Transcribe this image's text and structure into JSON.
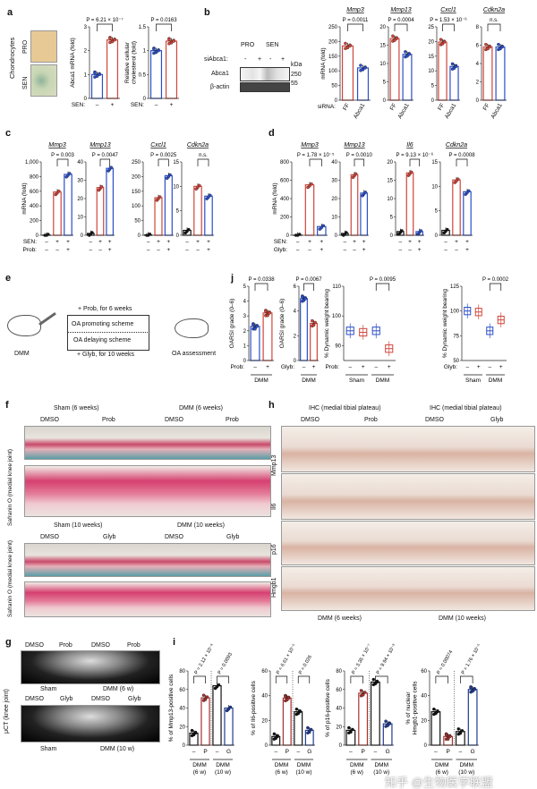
{
  "panels": {
    "a": "a",
    "b": "b",
    "c": "c",
    "d": "d",
    "e": "e",
    "f": "f",
    "g": "g",
    "h": "h",
    "i": "i",
    "j": "j"
  },
  "a_images": {
    "side": "Chondrocytes",
    "pro": "PRO",
    "sen": "SEN"
  },
  "blot": {
    "pro": "PRO",
    "sen": "SEN",
    "si_label": "siAbca1:",
    "si_vals": [
      "-",
      "+",
      "-",
      "+"
    ],
    "kda": "kDa",
    "abca1": "Abca1",
    "actin": "β-actin",
    "m250": "250",
    "m55": "55"
  },
  "scheme": {
    "prob": "+ Prob, for 6 weeks",
    "promoting": "OA promoting scheme",
    "delaying": "OA delaying scheme",
    "glyb": "+ Glyb, for 10 weeks",
    "dmm": "DMM",
    "assess": "OA assessment"
  },
  "f": {
    "side_top": "Safranin O (medial knee joint)",
    "side_bottom": "Safranin O (medial knee joint)",
    "top_groups": [
      "Sham (6 weeks)",
      "DMM (6 weeks)"
    ],
    "top_cols": [
      "DMSO",
      "Prob",
      "DMSO",
      "Prob"
    ],
    "bottom_groups": [
      "Sham (10 weeks)",
      "DMM (10 weeks)"
    ],
    "bottom_cols": [
      "DMSO",
      "Glyb",
      "DMSO",
      "Glyb"
    ]
  },
  "h": {
    "headers": [
      "IHC (medial tibial plateau)",
      "IHC (medial tibial plateau)"
    ],
    "cols": [
      "DMSO",
      "Prob",
      "DMSO",
      "Glyb"
    ],
    "rows": [
      "Mmp13",
      "Il6",
      "p16",
      "Hmgb1"
    ],
    "footers": [
      "DMM (6 weeks)",
      "DMM (10 weeks)"
    ]
  },
  "g": {
    "side": "μCT (knee joint)",
    "top_cols": [
      "DMSO",
      "Prob",
      "DMSO",
      "Prob"
    ],
    "top_groups": [
      "Sham",
      "DMM (6 w)"
    ],
    "bottom_cols": [
      "DMSO",
      "Glyb",
      "DMSO",
      "Glyb"
    ],
    "bottom_groups": [
      "Sham",
      "DMM (10 w)"
    ]
  },
  "watermark": "知乎 @生物医学联盟",
  "colors": {
    "control": "#111111",
    "sen": "#d0453a",
    "treat": "#2b4fc9",
    "prob": "#a8322f",
    "glyb": "#1f3b94"
  },
  "chart_data": [
    {
      "id": "a1",
      "type": "bar",
      "ylabel": "Abca1 mRNA (fold)",
      "ylim": [
        0,
        3
      ],
      "ticks": [
        0,
        1,
        2,
        3
      ],
      "values": [
        1.0,
        2.45
      ],
      "colors": [
        "treat",
        "sen"
      ],
      "n": [
        7,
        7
      ],
      "p": "P = 6.21 × 10⁻⁷",
      "xrows": [
        {
          "label": "SEN:",
          "vals": [
            "–",
            "+"
          ]
        }
      ]
    },
    {
      "id": "a2",
      "type": "bar",
      "ylabel": "Relative cellular cholesterol (fold)",
      "ylim": [
        0,
        1.5
      ],
      "ticks": [
        0,
        0.5,
        1.0,
        1.5
      ],
      "values": [
        1.0,
        1.2
      ],
      "colors": [
        "treat",
        "sen"
      ],
      "n": [
        7,
        7
      ],
      "p": "P = 0.0163",
      "xrows": [
        {
          "label": "SEN:",
          "vals": [
            "–",
            "+"
          ]
        }
      ]
    },
    {
      "id": "b1",
      "type": "bar",
      "title": "Mmp3",
      "ylabel": "mRNA (fold)",
      "ylim": [
        0,
        250
      ],
      "ticks": [
        0,
        50,
        100,
        150,
        200,
        250
      ],
      "values": [
        185,
        110
      ],
      "colors": [
        "sen",
        "treat"
      ],
      "n": [
        6,
        6
      ],
      "p": "P = 0.0011",
      "xrows": [
        {
          "label": "siRNA:",
          "vals": [
            "FF",
            "Abca1"
          ]
        }
      ]
    },
    {
      "id": "b2",
      "type": "bar",
      "title": "Mmp13",
      "ylim": [
        0,
        20
      ],
      "ticks": [
        0,
        5,
        10,
        15,
        20
      ],
      "values": [
        16.8,
        12.5
      ],
      "colors": [
        "sen",
        "treat"
      ],
      "n": [
        6,
        6
      ],
      "p": "P = 0.0004",
      "xrows": [
        {
          "label": "",
          "vals": [
            "FF",
            "Abca1"
          ]
        }
      ]
    },
    {
      "id": "b3",
      "type": "bar",
      "title": "Cxcl1",
      "ylim": [
        0,
        25
      ],
      "ticks": [
        0,
        5,
        10,
        15,
        20,
        25
      ],
      "values": [
        19.8,
        11.5
      ],
      "colors": [
        "sen",
        "treat"
      ],
      "n": [
        6,
        6
      ],
      "p": "P = 1.53 × 10⁻⁶",
      "xrows": [
        {
          "label": "",
          "vals": [
            "FF",
            "Abca1"
          ]
        }
      ]
    },
    {
      "id": "b4",
      "type": "bar",
      "title": "Cdkn2a",
      "ylim": [
        0,
        8
      ],
      "ticks": [
        0,
        2,
        4,
        6,
        8
      ],
      "values": [
        5.8,
        5.8
      ],
      "colors": [
        "sen",
        "treat"
      ],
      "n": [
        6,
        6
      ],
      "p": "n.s.",
      "xrows": [
        {
          "label": "",
          "vals": [
            "FF",
            "Abca1"
          ]
        }
      ]
    },
    {
      "id": "c1",
      "type": "bar",
      "title": "Mmp3",
      "ylabel": "mRNA (fold)",
      "ylim": [
        0,
        1000
      ],
      "ticks": [
        0,
        200,
        400,
        600,
        800,
        "1,000"
      ],
      "values": [
        1,
        590,
        830
      ],
      "colors": [
        "control",
        "sen",
        "treat"
      ],
      "n": [
        3,
        3,
        3
      ],
      "p": "P = 0.003",
      "xrows": [
        {
          "label": "SEN:",
          "vals": [
            "–",
            "+",
            "+"
          ]
        },
        {
          "label": "Prob:",
          "vals": [
            "–",
            "–",
            "+"
          ]
        }
      ]
    },
    {
      "id": "c2",
      "type": "bar",
      "title": "Mmp13",
      "ylim": [
        0,
        40
      ],
      "ticks": [
        0,
        10,
        20,
        30,
        40
      ],
      "values": [
        1,
        26,
        36.5
      ],
      "colors": [
        "control",
        "sen",
        "treat"
      ],
      "n": [
        3,
        3,
        3
      ],
      "p": "P = 0.0047",
      "xrows": [
        {
          "label": "",
          "vals": [
            "–",
            "+",
            "+"
          ]
        },
        {
          "label": "",
          "vals": [
            "–",
            "–",
            "+"
          ]
        }
      ]
    },
    {
      "id": "c3",
      "type": "bar",
      "title": "Cxcl1",
      "ylim": [
        0,
        250
      ],
      "ticks": [
        0,
        50,
        100,
        150,
        200,
        250
      ],
      "values": [
        1,
        128,
        203
      ],
      "colors": [
        "control",
        "sen",
        "treat"
      ],
      "n": [
        3,
        3,
        3
      ],
      "p": "P = 0.0025",
      "xrows": [
        {
          "label": "",
          "vals": [
            "–",
            "+",
            "+"
          ]
        },
        {
          "label": "",
          "vals": [
            "–",
            "–",
            "+"
          ]
        }
      ]
    },
    {
      "id": "c4",
      "type": "bar",
      "title": "Cdkn2a",
      "ylim": [
        0,
        15
      ],
      "ticks": [
        0,
        5,
        10,
        15
      ],
      "values": [
        1,
        10,
        8
      ],
      "colors": [
        "control",
        "sen",
        "treat"
      ],
      "n": [
        3,
        3,
        3
      ],
      "p": "n.s.",
      "xrows": [
        {
          "label": "",
          "vals": [
            "–",
            "+",
            "+"
          ]
        },
        {
          "label": "",
          "vals": [
            "–",
            "–",
            "+"
          ]
        }
      ]
    },
    {
      "id": "d1",
      "type": "bar",
      "title": "Mmp3",
      "ylabel": "mRNA (fold)",
      "ylim": [
        0,
        800
      ],
      "ticks": [
        0,
        200,
        400,
        600,
        800
      ],
      "values": [
        1,
        550,
        95
      ],
      "colors": [
        "control",
        "sen",
        "treat"
      ],
      "n": [
        3,
        3,
        3
      ],
      "p": "P = 1.78 × 10⁻⁵",
      "xrows": [
        {
          "label": "SEN:",
          "vals": [
            "–",
            "+",
            "+"
          ]
        },
        {
          "label": "Glyb:",
          "vals": [
            "–",
            "–",
            "+"
          ]
        }
      ]
    },
    {
      "id": "d2",
      "type": "bar",
      "title": "Mmp13",
      "ylim": [
        0,
        40
      ],
      "ticks": [
        0,
        10,
        20,
        30,
        40
      ],
      "values": [
        1,
        33,
        23
      ],
      "colors": [
        "control",
        "sen",
        "treat"
      ],
      "n": [
        3,
        3,
        3
      ],
      "p": "P = 0.0010",
      "xrows": [
        {
          "label": "",
          "vals": [
            "–",
            "+",
            "+"
          ]
        },
        {
          "label": "",
          "vals": [
            "–",
            "–",
            "+"
          ]
        }
      ]
    },
    {
      "id": "d3",
      "type": "bar",
      "title": "Il6",
      "ylim": [
        0,
        20
      ],
      "ticks": [
        0,
        5,
        10,
        15,
        20
      ],
      "values": [
        1,
        17,
        1
      ],
      "colors": [
        "control",
        "sen",
        "treat"
      ],
      "n": [
        3,
        3,
        3
      ],
      "p": "P = 9.13 × 10⁻⁶",
      "xrows": [
        {
          "label": "",
          "vals": [
            "–",
            "+",
            "+"
          ]
        },
        {
          "label": "",
          "vals": [
            "–",
            "–",
            "+"
          ]
        }
      ]
    },
    {
      "id": "d4",
      "type": "bar",
      "title": "Cdkn2a",
      "ylim": [
        0,
        15
      ],
      "ticks": [
        0,
        5,
        10,
        15
      ],
      "values": [
        1,
        11.3,
        8.9
      ],
      "colors": [
        "control",
        "sen",
        "treat"
      ],
      "n": [
        3,
        3,
        3
      ],
      "p": "P = 0.0008",
      "xrows": [
        {
          "label": "",
          "vals": [
            "–",
            "+",
            "+"
          ]
        },
        {
          "label": "",
          "vals": [
            "–",
            "–",
            "+"
          ]
        }
      ]
    },
    {
      "id": "j1",
      "type": "bar",
      "ylabel": "OARSI grade (0–6)",
      "ylim": [
        0,
        5
      ],
      "ticks": [
        0,
        1,
        2,
        3,
        4,
        5
      ],
      "values": [
        2.3,
        3.2
      ],
      "colors": [
        "treat",
        "sen"
      ],
      "n": [
        8,
        8
      ],
      "p": "P = 0.0338",
      "xrows": [
        {
          "label": "Prob:",
          "vals": [
            "–",
            "+"
          ]
        }
      ],
      "group": "DMM"
    },
    {
      "id": "j2",
      "type": "bar",
      "ylabel": "OARSI grade (0–6)",
      "ylim": [
        0,
        6
      ],
      "ticks": [
        0,
        2,
        4,
        6
      ],
      "values": [
        5,
        3
      ],
      "colors": [
        "treat",
        "sen"
      ],
      "n": [
        7,
        5
      ],
      "p": "P = 0.0067",
      "xrows": [
        {
          "label": "Glyb:",
          "vals": [
            "–",
            "+"
          ]
        }
      ],
      "group": "DMM"
    },
    {
      "id": "j3",
      "type": "box",
      "ylabel": "% Dynamic weight bearing",
      "ylim": [
        85,
        110
      ],
      "ticks": [
        0,
        20,
        40,
        90,
        100,
        110
      ],
      "medians": [
        95,
        94.5,
        95,
        89
      ],
      "colors": [
        "treat",
        "sen",
        "treat",
        "sen"
      ],
      "p": "P = 0.0095",
      "xrows": [
        {
          "label": "Prob:",
          "vals": [
            "–",
            "+",
            "–",
            "+"
          ]
        }
      ],
      "groups": [
        "Sham",
        "DMM"
      ]
    },
    {
      "id": "j4",
      "type": "box",
      "ylabel": "% Dynamic weight bearing",
      "ylim": [
        50,
        125
      ],
      "ticks": [
        0,
        20,
        40,
        50,
        75,
        100,
        125
      ],
      "medians": [
        100,
        99,
        80,
        91
      ],
      "colors": [
        "treat",
        "sen",
        "treat",
        "sen"
      ],
      "p": "P = 0.0002",
      "xrows": [
        {
          "label": "Glyb:",
          "vals": [
            "–",
            "+",
            "–",
            "+"
          ]
        }
      ],
      "groups": [
        "Sham",
        "DMM"
      ]
    },
    {
      "id": "i1",
      "type": "bar",
      "ylabel": "% of Mmp13-positive cells",
      "ylim": [
        0,
        80
      ],
      "ticks": [
        0,
        20,
        40,
        60,
        80
      ],
      "values": [
        13,
        51,
        64,
        40
      ],
      "colors": [
        "control",
        "prob",
        "control",
        "glyb"
      ],
      "n": [
        6,
        5,
        3,
        3
      ],
      "p2": [
        "P = 2.12 × 10⁻⁸",
        "P = 0.0093"
      ],
      "xrows": [
        {
          "label": "",
          "vals": [
            "–",
            "P",
            "–",
            "G"
          ]
        }
      ],
      "groups": [
        "DMM (6 w)",
        "DMM (10 w)"
      ]
    },
    {
      "id": "i2",
      "type": "bar",
      "ylabel": "% of Il6-positive cells",
      "ylim": [
        0,
        60
      ],
      "ticks": [
        0,
        20,
        40,
        60
      ],
      "values": [
        7,
        38,
        27,
        12
      ],
      "colors": [
        "control",
        "prob",
        "control",
        "glyb"
      ],
      "n": [
        6,
        7,
        6,
        5
      ],
      "p2": [
        "P = 6.61 × 10⁻⁵",
        "P = 0.026"
      ],
      "xrows": [
        {
          "label": "",
          "vals": [
            "–",
            "P",
            "–",
            "G"
          ]
        }
      ],
      "groups": [
        "DMM (6 w)",
        "DMM (10 w)"
      ]
    },
    {
      "id": "i3",
      "type": "bar",
      "ylabel": "% of p16-positive cells",
      "ylim": [
        0,
        80
      ],
      "ticks": [
        0,
        20,
        40,
        60,
        80
      ],
      "values": [
        16,
        56,
        68,
        23
      ],
      "colors": [
        "control",
        "prob",
        "control",
        "glyb"
      ],
      "n": [
        5,
        5,
        6,
        6
      ],
      "p2": [
        "P = 3.35 × 10⁻⁷",
        "P = 9.94 × 10⁻⁸"
      ],
      "xrows": [
        {
          "label": "",
          "vals": [
            "–",
            "P",
            "–",
            "G"
          ]
        }
      ],
      "groups": [
        "DMM (6 w)",
        "DMM (10 w)"
      ]
    },
    {
      "id": "i4",
      "type": "bar",
      "ylabel": "% of nuclear Hmgb1-positive cells",
      "ylim": [
        0,
        60
      ],
      "ticks": [
        0,
        20,
        40,
        60
      ],
      "values": [
        27,
        7,
        11,
        45
      ],
      "colors": [
        "control",
        "prob",
        "control",
        "glyb"
      ],
      "n": [
        6,
        8,
        5,
        7
      ],
      "p2": [
        "P = 0.00074",
        "P = 1.76 × 10⁻⁵"
      ],
      "xrows": [
        {
          "label": "",
          "vals": [
            "–",
            "P",
            "–",
            "G"
          ]
        }
      ],
      "groups": [
        "DMM (6 w)",
        "DMM (10 w)"
      ]
    }
  ]
}
